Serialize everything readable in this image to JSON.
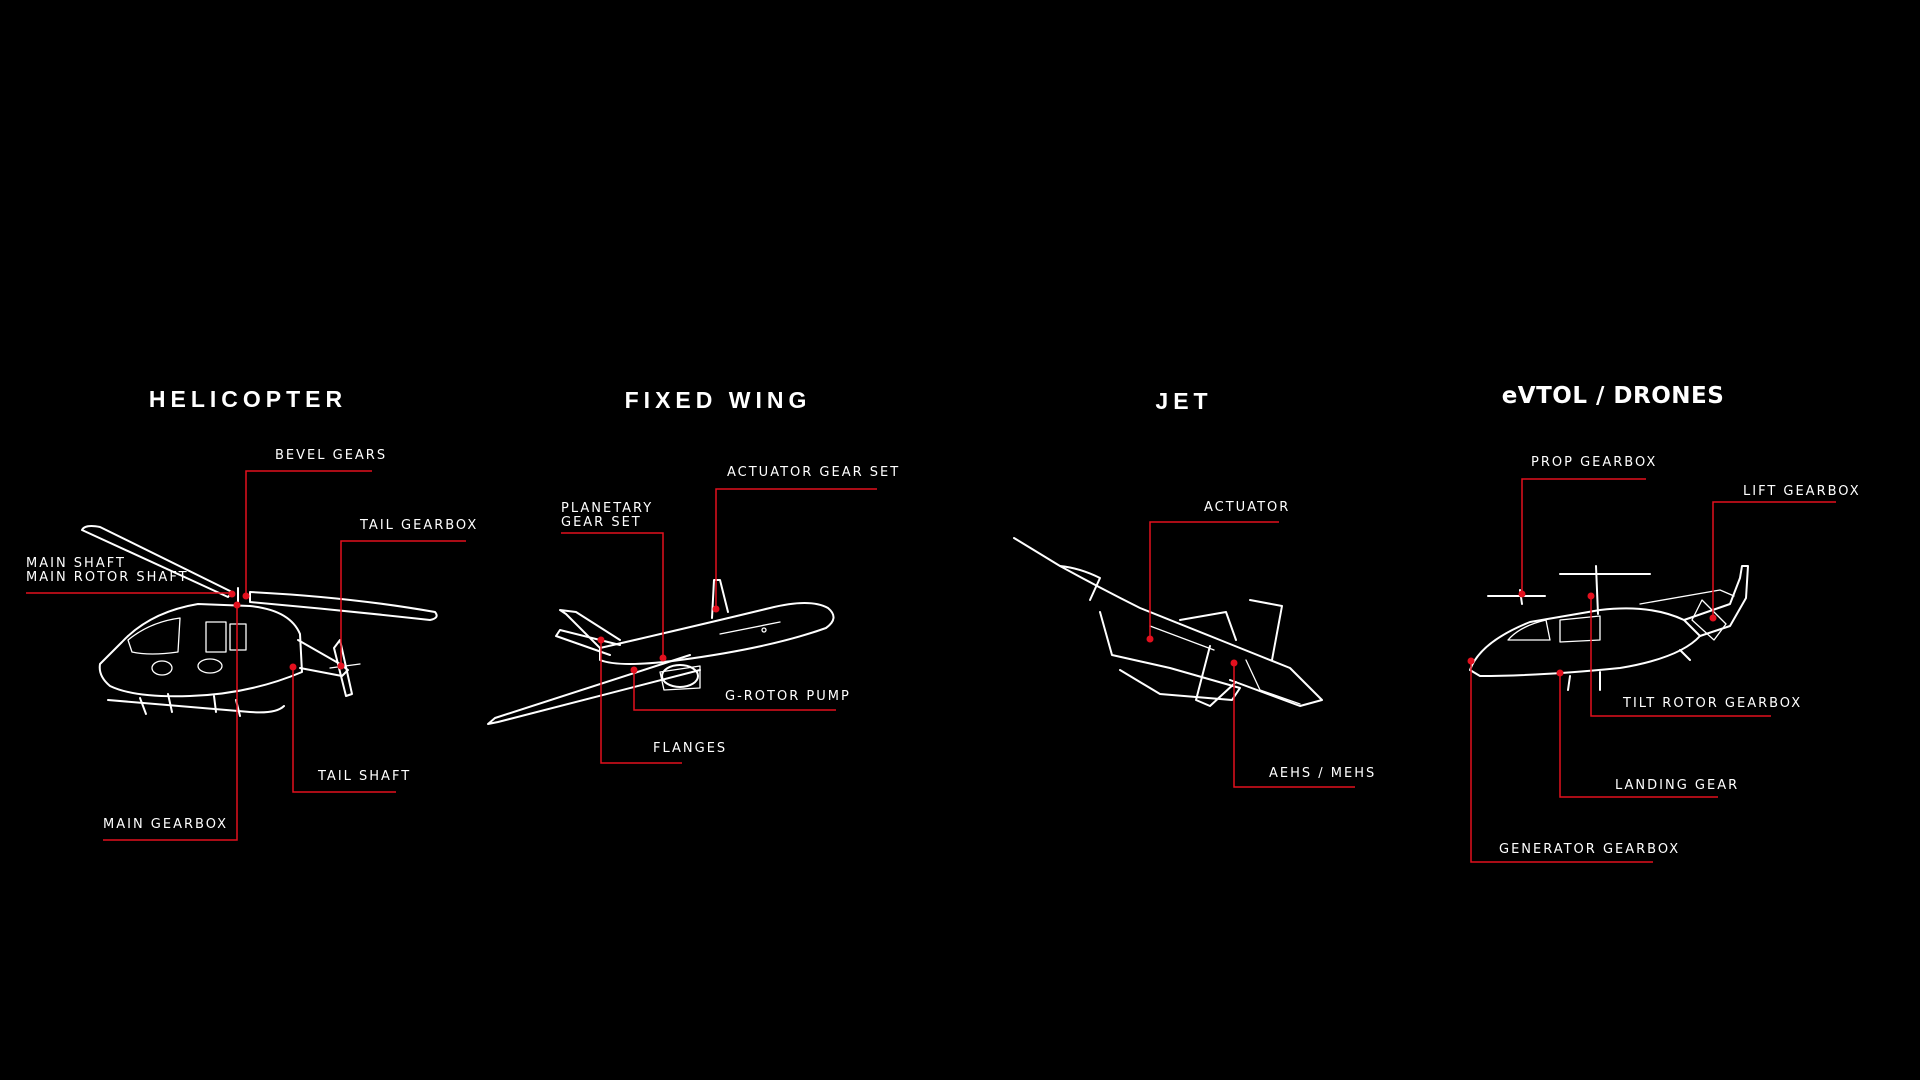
{
  "categories": {
    "helicopter": {
      "title": "HELICOPTER",
      "labels": {
        "bevel_gears": "BEVEL GEARS",
        "tail_gearbox": "TAIL GEARBOX",
        "main_shaft_line1": "MAIN SHAFT",
        "main_shaft_line2": "MAIN ROTOR SHAFT",
        "tail_shaft": "TAIL SHAFT",
        "main_gearbox": "MAIN GEARBOX"
      }
    },
    "fixed_wing": {
      "title": "FIXED WING",
      "labels": {
        "actuator_gear_set": "ACTUATOR GEAR SET",
        "planetary_line1": "PLANETARY",
        "planetary_line2": "GEAR SET",
        "g_rotor_pump": "G-ROTOR PUMP",
        "flanges": "FLANGES"
      }
    },
    "jet": {
      "title": "JET",
      "labels": {
        "actuator": "ACTUATOR",
        "aehs_mehs": "AEHS / MEHS"
      }
    },
    "evtol": {
      "title": "eVTOL / DRONES",
      "labels": {
        "prop_gearbox": "PROP GEARBOX",
        "lift_gearbox": "LIFT GEARBOX",
        "tilt_rotor_gearbox": "TILT ROTOR GEARBOX",
        "landing_gear": "LANDING GEAR",
        "generator_gearbox": "GENERATOR GEARBOX"
      }
    }
  },
  "colors": {
    "background": "#000000",
    "leader_line": "#e3101e",
    "text": "#ffffff"
  }
}
